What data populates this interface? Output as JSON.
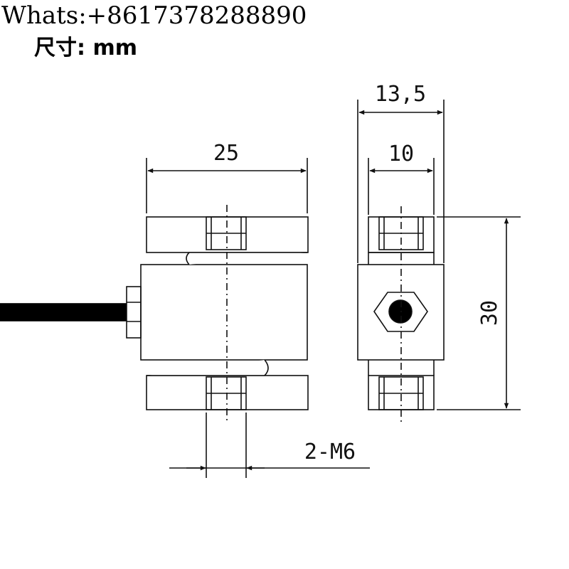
{
  "header": {
    "contact": "Whats:+8617378288890",
    "unit_label": "尺寸: mm"
  },
  "dimensions": {
    "front_width": "25",
    "side_width": "13,5",
    "side_inner_width": "10",
    "height": "30",
    "thread": "2-M6"
  },
  "colors": {
    "line": "#111111",
    "cable": "#000000"
  }
}
